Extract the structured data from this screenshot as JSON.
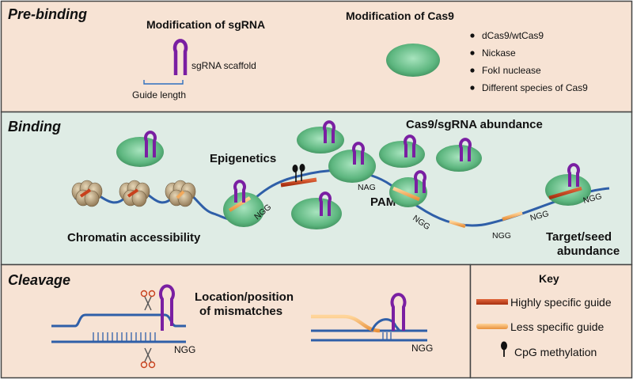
{
  "sections": {
    "prebinding": {
      "title": "Pre-binding",
      "sgrna_heading": "Modification of sgRNA",
      "cas9_heading": "Modification of Cas9",
      "scaffold_label": "sgRNA scaffold",
      "guide_length_label": "Guide length",
      "cas9_options": [
        "dCas9/wtCas9",
        "Nickase",
        "FokI nuclease",
        "Different species of Cas9"
      ]
    },
    "binding": {
      "title": "Binding",
      "abundance_label": "Cas9/sgRNA abundance",
      "epigenetics_label": "Epigenetics",
      "pam_label": "PAM",
      "chromatin_label": "Chromatin accessibility",
      "target_label_line1": "Target/seed",
      "target_label_line2": "abundance",
      "pam_motifs": [
        "NGG",
        "NAG",
        "NGG",
        "NGG",
        "NGG",
        "NGG"
      ]
    },
    "cleavage": {
      "title": "Cleavage",
      "mismatch_line1": "Location/position",
      "mismatch_line2": "of mismatches",
      "pam_left": "NGG",
      "pam_right": "NGG"
    },
    "key": {
      "title": "Key",
      "items": [
        "Highly specific guide",
        "Less specific guide",
        "CpG methylation"
      ]
    }
  },
  "colors": {
    "prebinding_bg": "#f7e3d4",
    "binding_bg": "#dfece5",
    "cleavage_bg": "#f7e3d4",
    "dna": "#2f5fa8",
    "highly_specific_guide": "#c8401c",
    "less_specific_guide": "#f2a95c",
    "scaffold": "#7a1fa2",
    "cas9": "#6dbf8e",
    "nucleosome": "#b29a72"
  }
}
